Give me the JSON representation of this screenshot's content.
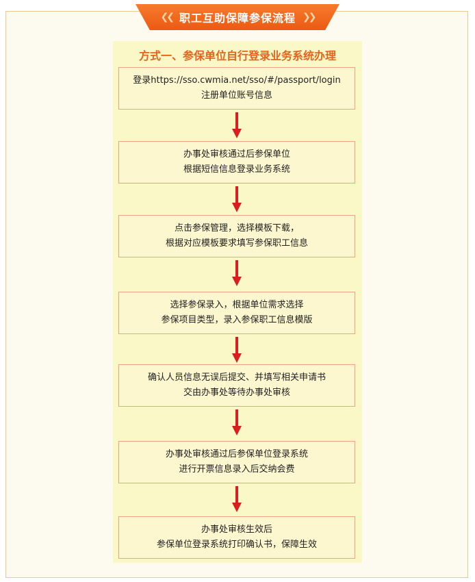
{
  "banner": {
    "title": "职工互助保障参保流程"
  },
  "panel": {
    "title": "方式一、参保单位自行登录业务系统办理"
  },
  "steps": [
    {
      "line1": "登录https://sso.cwmia.net/sso/#/passport/login",
      "line2": "注册单位账号信息"
    },
    {
      "line1": "办事处审核通过后参保单位",
      "line2": "根据短信信息登录业务系统"
    },
    {
      "line1": "点击参保管理，选择模板下载，",
      "line2": "根据对应模板要求填写参保职工信息"
    },
    {
      "line1": "选择参保录入，根据单位需求选择",
      "line2": "参保项目类型，录入参保职工信息模版"
    },
    {
      "line1": "确认人员信息无误后提交、并填写相关申请书",
      "line2": "交由办事处等待办事处审核"
    },
    {
      "line1": "办事处审核通过后参保单位登录系统",
      "line2": "进行开票信息录入后交纳会费"
    },
    {
      "line1": "办事处审核生效后",
      "line2": "参保单位登录系统打印确认书，保障生效"
    }
  ],
  "colors": {
    "accent": "#e5631c",
    "arrow": "#d81e1e",
    "panel": "#fbf8c7",
    "step_border": "#f2a27c"
  }
}
